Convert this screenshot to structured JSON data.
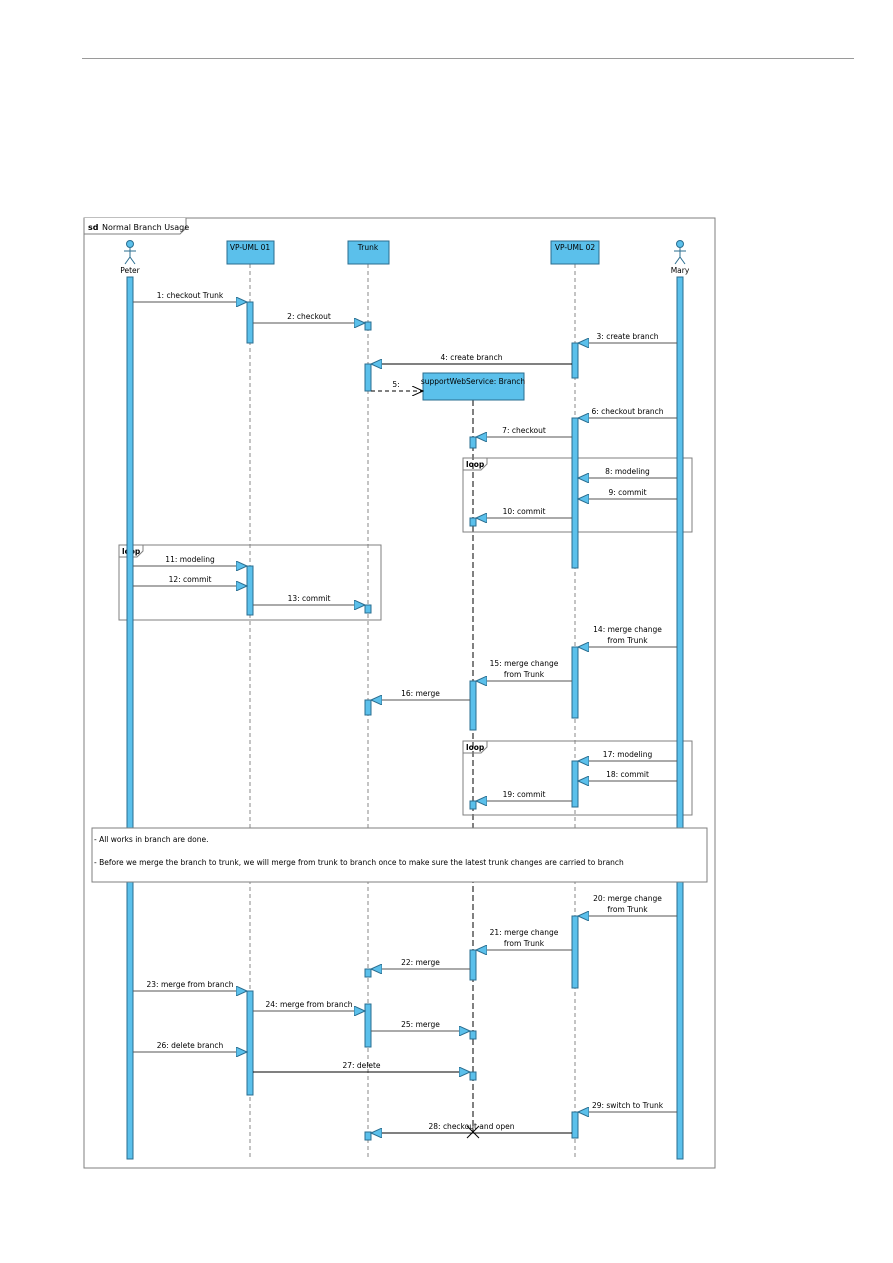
{
  "frame": {
    "keyword": "sd",
    "name": "Normal Branch Usage"
  },
  "actors": [
    {
      "id": "peter",
      "name": "Peter"
    },
    {
      "id": "mary",
      "name": "Mary"
    }
  ],
  "lifelines": [
    {
      "id": "vp1",
      "name": "VP-UML 01"
    },
    {
      "id": "trunk",
      "name": "Trunk"
    },
    {
      "id": "vp2",
      "name": "VP-UML 02"
    }
  ],
  "created_object": {
    "name": "supportWebService: Branch"
  },
  "messages": [
    {
      "id": "m1",
      "label": "1: checkout Trunk",
      "from": "peter",
      "to": "vp1",
      "kind": "call"
    },
    {
      "id": "m2",
      "label": "2: checkout",
      "from": "vp1",
      "to": "trunk",
      "kind": "call"
    },
    {
      "id": "m3",
      "label": "3: create branch",
      "from": "mary",
      "to": "vp2",
      "kind": "call"
    },
    {
      "id": "m4",
      "label": "4: create branch",
      "from": "vp2",
      "to": "trunk",
      "kind": "call"
    },
    {
      "id": "m5",
      "label": "5:",
      "from": "trunk",
      "to": "branch",
      "kind": "create"
    },
    {
      "id": "m6",
      "label": "6: checkout branch",
      "from": "mary",
      "to": "vp2",
      "kind": "call"
    },
    {
      "id": "m7",
      "label": "7: checkout",
      "from": "vp2",
      "to": "branch",
      "kind": "call"
    },
    {
      "id": "m8",
      "label": "8: modeling",
      "from": "mary",
      "to": "vp2",
      "kind": "call"
    },
    {
      "id": "m9",
      "label": "9: commit",
      "from": "mary",
      "to": "vp2",
      "kind": "call"
    },
    {
      "id": "m10",
      "label": "10: commit",
      "from": "vp2",
      "to": "branch",
      "kind": "call"
    },
    {
      "id": "m11",
      "label": "11: modeling",
      "from": "peter",
      "to": "vp1",
      "kind": "call"
    },
    {
      "id": "m12",
      "label": "12: commit",
      "from": "peter",
      "to": "vp1",
      "kind": "call"
    },
    {
      "id": "m13",
      "label": "13: commit",
      "from": "vp1",
      "to": "trunk",
      "kind": "call"
    },
    {
      "id": "m14",
      "label": [
        "14: merge change",
        "from Trunk"
      ],
      "from": "mary",
      "to": "vp2",
      "kind": "call"
    },
    {
      "id": "m15",
      "label": [
        "15: merge change",
        "from Trunk"
      ],
      "from": "vp2",
      "to": "branch",
      "kind": "call"
    },
    {
      "id": "m16",
      "label": "16: merge",
      "from": "branch",
      "to": "trunk",
      "kind": "call"
    },
    {
      "id": "m17",
      "label": "17: modeling",
      "from": "mary",
      "to": "vp2",
      "kind": "call"
    },
    {
      "id": "m18",
      "label": "18: commit",
      "from": "mary",
      "to": "vp2",
      "kind": "call"
    },
    {
      "id": "m19",
      "label": "19: commit",
      "from": "vp2",
      "to": "branch",
      "kind": "call"
    },
    {
      "id": "m20",
      "label": [
        "20: merge change",
        "from Trunk"
      ],
      "from": "mary",
      "to": "vp2",
      "kind": "call"
    },
    {
      "id": "m21",
      "label": [
        "21: merge change",
        "from Trunk"
      ],
      "from": "vp2",
      "to": "branch",
      "kind": "call"
    },
    {
      "id": "m22",
      "label": "22: merge",
      "from": "branch",
      "to": "trunk",
      "kind": "call"
    },
    {
      "id": "m23",
      "label": "23: merge from branch",
      "from": "peter",
      "to": "vp1",
      "kind": "call"
    },
    {
      "id": "m24",
      "label": "24: merge from branch",
      "from": "vp1",
      "to": "trunk",
      "kind": "call"
    },
    {
      "id": "m25",
      "label": "25: merge",
      "from": "trunk",
      "to": "branch",
      "kind": "call"
    },
    {
      "id": "m26",
      "label": "26: delete branch",
      "from": "peter",
      "to": "vp1",
      "kind": "call"
    },
    {
      "id": "m27",
      "label": "27: delete",
      "from": "vp1",
      "to": "branch",
      "kind": "call"
    },
    {
      "id": "m28",
      "label": "28: checkout and open",
      "from": "vp2",
      "to": "trunk",
      "kind": "call"
    },
    {
      "id": "m29",
      "label": "29: switch to Trunk",
      "from": "mary",
      "to": "vp2",
      "kind": "call"
    }
  ],
  "fragments": [
    {
      "id": "loop1",
      "operator": "loop"
    },
    {
      "id": "loop2",
      "operator": "loop"
    },
    {
      "id": "loop3",
      "operator": "loop"
    }
  ],
  "note": {
    "lines": [
      "- All works in branch are done.",
      "- Before we merge the branch to trunk, we will merge from trunk to branch once to make sure the latest trunk changes are carried to branch"
    ]
  },
  "colors": {
    "lifeline_fill": "#5bc0eb",
    "lifeline_stroke": "#2a6d8f",
    "frame_stroke": "#7f7f7f",
    "line": "#000000",
    "dashed_line": "#8a8a8a"
  }
}
